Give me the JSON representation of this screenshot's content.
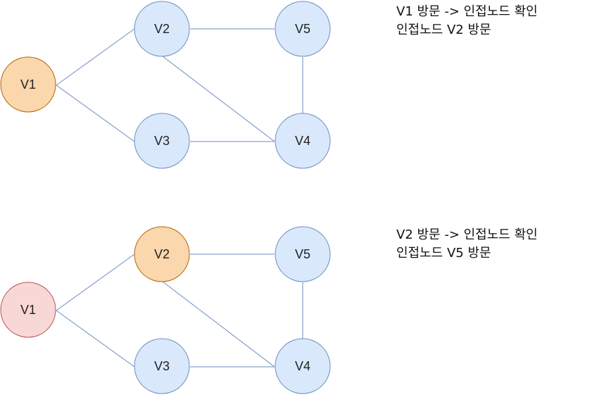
{
  "steps": [
    {
      "nodes": [
        {
          "id": "V1",
          "label": "V1",
          "state": "current"
        },
        {
          "id": "V2",
          "label": "V2",
          "state": "default"
        },
        {
          "id": "V3",
          "label": "V3",
          "state": "default"
        },
        {
          "id": "V4",
          "label": "V4",
          "state": "default"
        },
        {
          "id": "V5",
          "label": "V5",
          "state": "default"
        }
      ],
      "caption": [
        "V1 방문 -> 인접노드 확인",
        "인접노드 V2 방문"
      ]
    },
    {
      "nodes": [
        {
          "id": "V1",
          "label": "V1",
          "state": "visited"
        },
        {
          "id": "V2",
          "label": "V2",
          "state": "current"
        },
        {
          "id": "V3",
          "label": "V3",
          "state": "default"
        },
        {
          "id": "V4",
          "label": "V4",
          "state": "default"
        },
        {
          "id": "V5",
          "label": "V5",
          "state": "default"
        }
      ],
      "caption": [
        "V2 방문 -> 인접노드 확인",
        "인접노드 V5 방문"
      ]
    }
  ],
  "edges": [
    [
      "V1",
      "V2"
    ],
    [
      "V1",
      "V3"
    ],
    [
      "V2",
      "V5"
    ],
    [
      "V2",
      "V4"
    ],
    [
      "V3",
      "V4"
    ],
    [
      "V5",
      "V4"
    ]
  ],
  "colors": {
    "default": {
      "fill": "#dae8fc",
      "stroke": "#6c8ebf"
    },
    "current": {
      "fill": "#fad7ac",
      "stroke": "#b46504"
    },
    "visited": {
      "fill": "#f8d7d7",
      "stroke": "#b85450"
    },
    "edge": "#6c8ebf"
  }
}
